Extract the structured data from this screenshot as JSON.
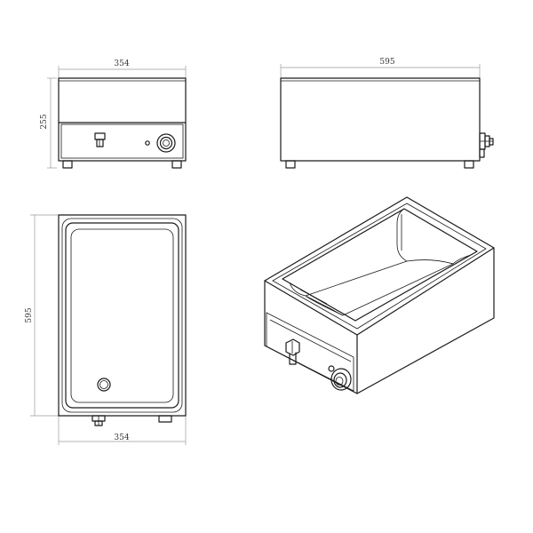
{
  "dimensions": {
    "front_width": "354",
    "front_height": "255",
    "side_length": "595",
    "top_length": "595",
    "top_width": "354"
  },
  "colors": {
    "line": "#1a1a1a",
    "dimension_line": "#9a9a9a",
    "background": "#ffffff"
  }
}
